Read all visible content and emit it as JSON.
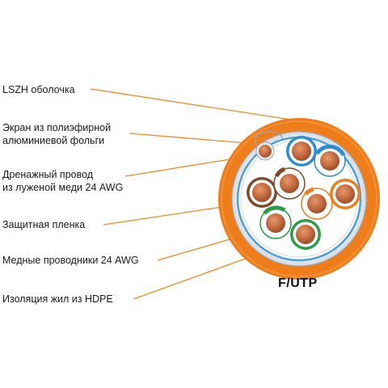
{
  "labels": {
    "jacket": "LSZH оболочка",
    "foil_line1": "Экран из полиэфирной",
    "foil_line2": "алюминиевой фольги",
    "drain_line1": "Дренажный провод",
    "drain_line2": "из луженой меди 24 AWG",
    "film": "Защитная пленка",
    "conductors": "Медные проводники 24 AWG",
    "insulation": "Изоляция жил из HDPE"
  },
  "cable_type": "F/UTP",
  "colors": {
    "jacket": "#ef7d1a",
    "jacket_dark": "#d9670b",
    "leader_line": "#f08a24",
    "foil": "#b9c3cc",
    "film_blue": "#4f9fd8",
    "copper": "#c46a3f",
    "pair_blue": "#2a8fd0",
    "pair_brown": "#7a4a2b",
    "pair_orange": "#ef7d1a",
    "pair_green": "#2a9d47"
  }
}
